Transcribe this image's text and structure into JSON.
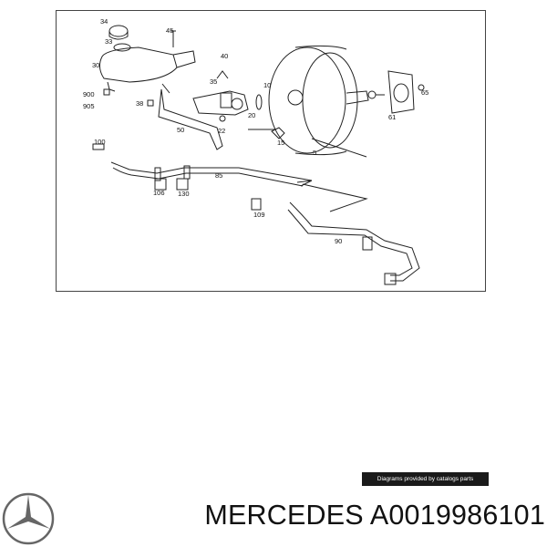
{
  "diagram": {
    "callouts": [
      "34",
      "33",
      "45",
      "40",
      "30",
      "35",
      "10",
      "65",
      "900",
      "905",
      "38",
      "20",
      "61",
      "50",
      "22",
      "15",
      "5",
      "100",
      "85",
      "106",
      "130",
      "109",
      "90"
    ]
  },
  "credit": "Diagrams provided by catalogs parts",
  "caption": {
    "brand": "MERCEDES",
    "part_number": "A0019986101"
  },
  "icons": {
    "logo": "mercedes-star-icon"
  }
}
